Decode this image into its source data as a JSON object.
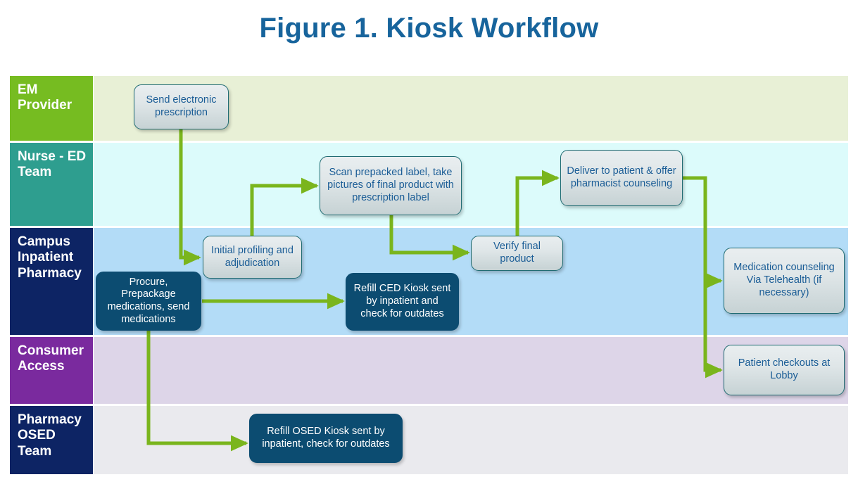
{
  "figure": {
    "title": "Figure 1. Kiosk Workflow",
    "title_color": "#17649c"
  },
  "palette": {
    "arrow_green": "#7ab51d",
    "dark_node_fill": "#0c4c71",
    "light_node_fill": "#dfe6e8",
    "light_node_border": "#1f6b72",
    "light_node_text": "#1b5d96"
  },
  "lanes": [
    {
      "id": "em-provider",
      "label": "EM Provider",
      "header_color": "#76bc21",
      "body_color": "#e8f0d6"
    },
    {
      "id": "nurse-ed-team",
      "label": "Nurse - ED Team",
      "header_color": "#2e9e8f",
      "body_color": "#dcfbfb"
    },
    {
      "id": "campus-inpatient-pharmacy",
      "label": "Campus Inpatient Pharmacy",
      "header_color": "#0d2464",
      "body_color": "#b3dcf7"
    },
    {
      "id": "consumer-access",
      "label": "Consumer Access",
      "header_color": "#7a2a9e",
      "body_color": "#ddd5e8"
    },
    {
      "id": "pharmacy-osed-team",
      "label": "Pharmacy OSED Team",
      "header_color": "#0d2464",
      "body_color": "#eaeaee"
    }
  ],
  "nodes": [
    {
      "id": "send-electronic-prescription",
      "label": "Send electronic prescription",
      "style": "light",
      "lane": "em-provider"
    },
    {
      "id": "scan-prepacked-label",
      "label": "Scan prepacked label, take pictures of final product with prescription label",
      "style": "light",
      "lane": "nurse-ed-team"
    },
    {
      "id": "deliver-to-patient",
      "label": "Deliver to patient & offer pharmacist counseling",
      "style": "light",
      "lane": "nurse-ed-team"
    },
    {
      "id": "initial-profiling",
      "label": "Initial profiling and adjudication",
      "style": "light",
      "lane": "campus-inpatient-pharmacy"
    },
    {
      "id": "verify-final-product",
      "label": "Verify final product",
      "style": "light",
      "lane": "campus-inpatient-pharmacy"
    },
    {
      "id": "medication-counseling",
      "label": "Medication counseling Via Telehealth (if necessary)",
      "style": "light",
      "lane": "campus-inpatient-pharmacy"
    },
    {
      "id": "procure-prepackage",
      "label": "Procure, Prepackage medications, send medications",
      "style": "dark",
      "lane": "campus-inpatient-pharmacy"
    },
    {
      "id": "refill-ced-kiosk",
      "label": "Refill CED Kiosk sent by inpatient and check for outdates",
      "style": "dark",
      "lane": "campus-inpatient-pharmacy"
    },
    {
      "id": "patient-checkouts-lobby",
      "label": "Patient checkouts at Lobby",
      "style": "light",
      "lane": "consumer-access"
    },
    {
      "id": "refill-osed-kiosk",
      "label": "Refill OSED Kiosk sent by inpatient, check for outdates",
      "style": "dark",
      "lane": "pharmacy-osed-team"
    }
  ],
  "connections": [
    {
      "from": "send-electronic-prescription",
      "to": "initial-profiling"
    },
    {
      "from": "initial-profiling",
      "to": "scan-prepacked-label"
    },
    {
      "from": "scan-prepacked-label",
      "to": "verify-final-product"
    },
    {
      "from": "verify-final-product",
      "to": "deliver-to-patient"
    },
    {
      "from": "deliver-to-patient",
      "to": "medication-counseling"
    },
    {
      "from": "deliver-to-patient",
      "to": "patient-checkouts-lobby"
    },
    {
      "from": "procure-prepackage",
      "to": "refill-ced-kiosk"
    },
    {
      "from": "procure-prepackage",
      "to": "refill-osed-kiosk"
    }
  ]
}
